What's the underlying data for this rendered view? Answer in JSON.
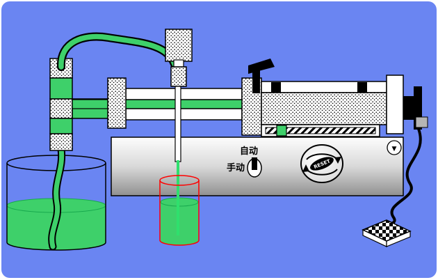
{
  "diagram": {
    "control_panel": {
      "auto_label": "自动",
      "manual_label": "手动",
      "reset_label": "RESET",
      "corner_button_glyph": "▼"
    },
    "colors": {
      "background_blue": "#6a85f2",
      "liquid_green": "#3ed06a",
      "beaker_outline_red": "#ff0000",
      "base_gradient_top": "#fdfdfd",
      "base_gradient_bottom": "#909090"
    }
  }
}
